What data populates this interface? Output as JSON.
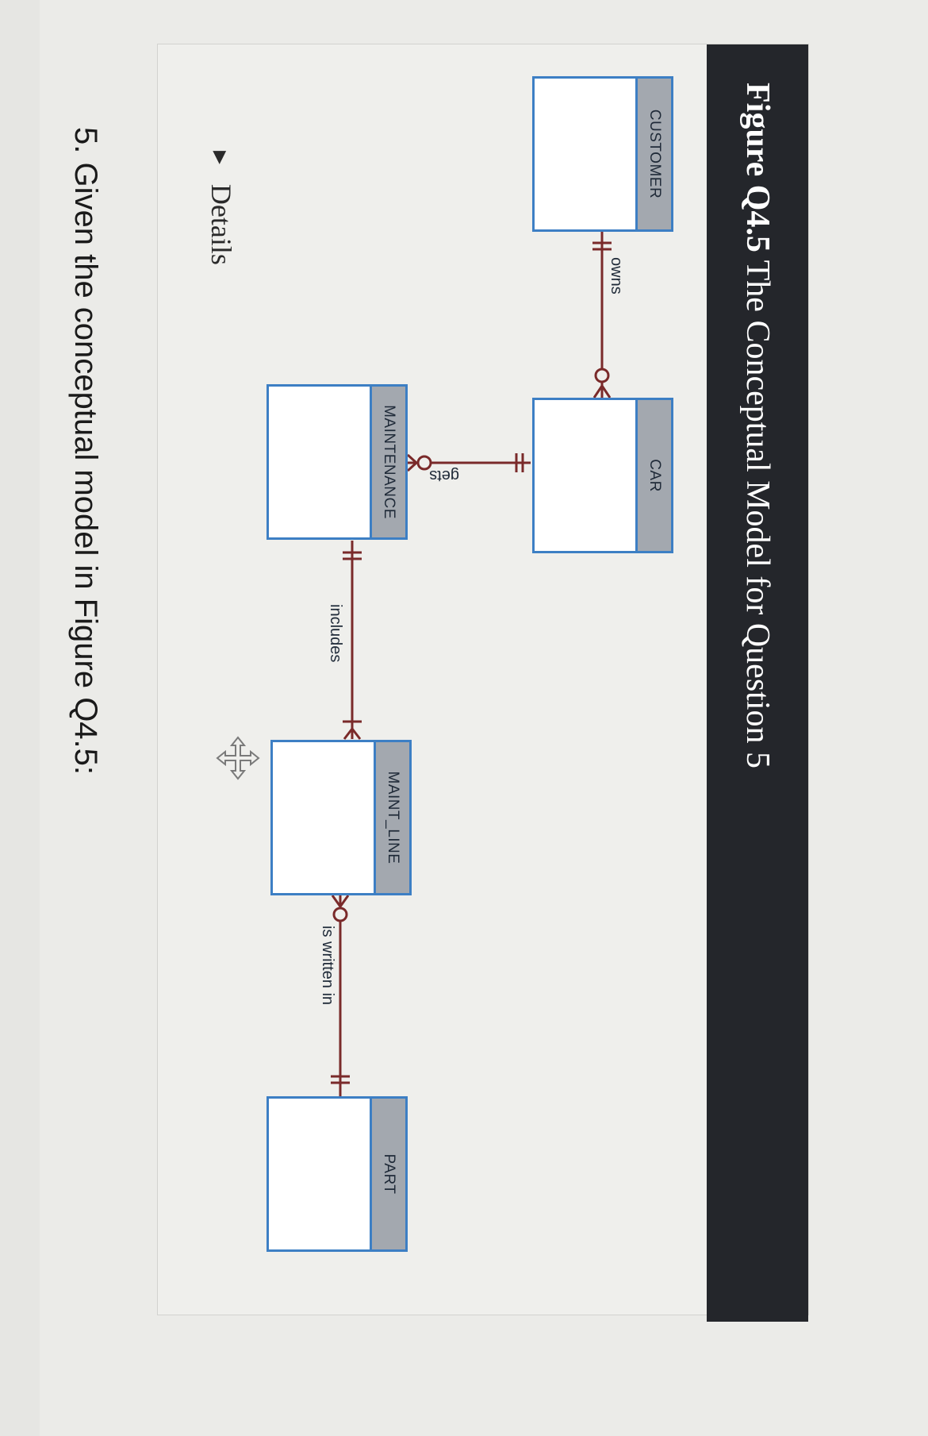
{
  "figure": {
    "label": "Figure  Q4.5",
    "title": "The Conceptual Model for Question 5"
  },
  "entities": {
    "customer": "CUSTOMER",
    "car": "CAR",
    "maintenance": "MAINTENANCE",
    "maint_line": "MAINT_LINE",
    "part": "PART"
  },
  "relationships": {
    "owns": "owns",
    "gets": "gets",
    "includes": "includes",
    "is_written_in": "is written in"
  },
  "details_label": "Details",
  "question": {
    "number": "5.",
    "text": "Given the conceptual model in Figure Q4.5:"
  },
  "colors": {
    "header_bg": "#24262b",
    "entity_border": "#3d7fc4",
    "entity_name_bg": "#a3a8af",
    "relationship_line": "#7a2a2a"
  },
  "icons": [
    "disclosure-triangle-icon",
    "move-cursor-icon"
  ]
}
